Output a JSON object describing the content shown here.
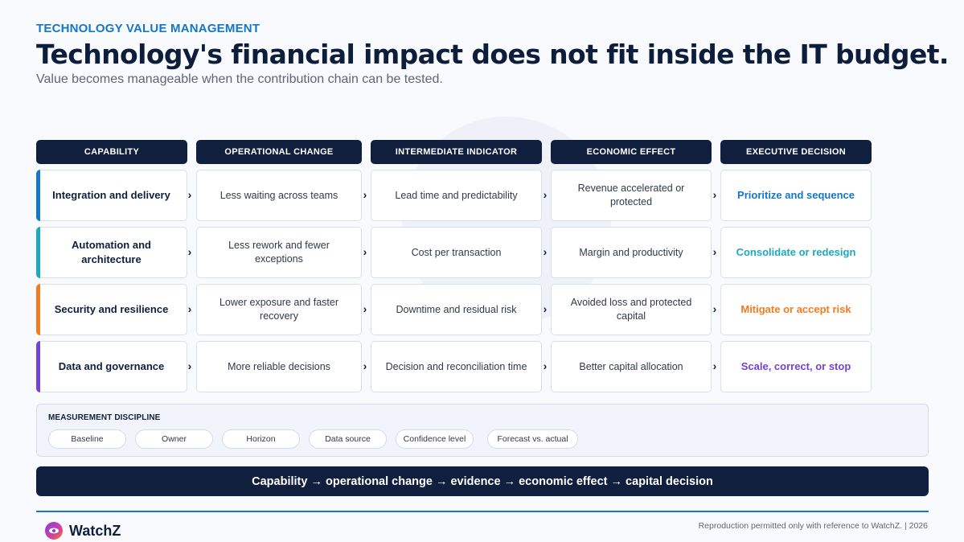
{
  "eyebrow": "TECHNOLOGY VALUE MANAGEMENT",
  "title": "Technology's financial impact does not fit inside the IT budget.",
  "subtitle": "Value becomes manageable when the contribution chain can be tested.",
  "columns": [
    "CAPABILITY",
    "OPERATIONAL CHANGE",
    "INTERMEDIATE INDICATOR",
    "ECONOMIC EFFECT",
    "EXECUTIVE DECISION"
  ],
  "rows": [
    {
      "capability": "Integration and delivery",
      "operational_change": "Less waiting across teams",
      "indicator": "Lead time and predictability",
      "economic_effect": "Revenue accelerated or protected",
      "decision": "Prioritize and sequence",
      "color": "#1577c5"
    },
    {
      "capability": "Automation and architecture",
      "operational_change": "Less rework and fewer exceptions",
      "indicator": "Cost per transaction",
      "economic_effect": "Margin and productivity",
      "decision": "Consolidate or redesign",
      "color": "#1ba9bf"
    },
    {
      "capability": "Security and resilience",
      "operational_change": "Lower exposure and faster recovery",
      "indicator": "Downtime and residual risk",
      "economic_effect": "Avoided loss and protected capital",
      "decision": "Mitigate or accept risk",
      "color": "#f47b20"
    },
    {
      "capability": "Data and governance",
      "operational_change": "More reliable decisions",
      "indicator": "Decision and reconciliation time",
      "economic_effect": "Better capital allocation",
      "decision": "Scale, correct, or stop",
      "color": "#7342d6"
    }
  ],
  "measurement": {
    "label": "MEASUREMENT DISCIPLINE",
    "items": [
      "Baseline",
      "Owner",
      "Horizon",
      "Data source",
      "Confidence level",
      "Forecast vs. actual"
    ]
  },
  "chain": "Capability → operational change → evidence → economic effect → capital decision",
  "footer": {
    "brand": "WatchZ",
    "note": "Reproduction permitted only with reference to WatchZ.  |  2026"
  },
  "colors": {
    "navy": "#0f1f3d",
    "accent_blue": "#1577c5"
  }
}
